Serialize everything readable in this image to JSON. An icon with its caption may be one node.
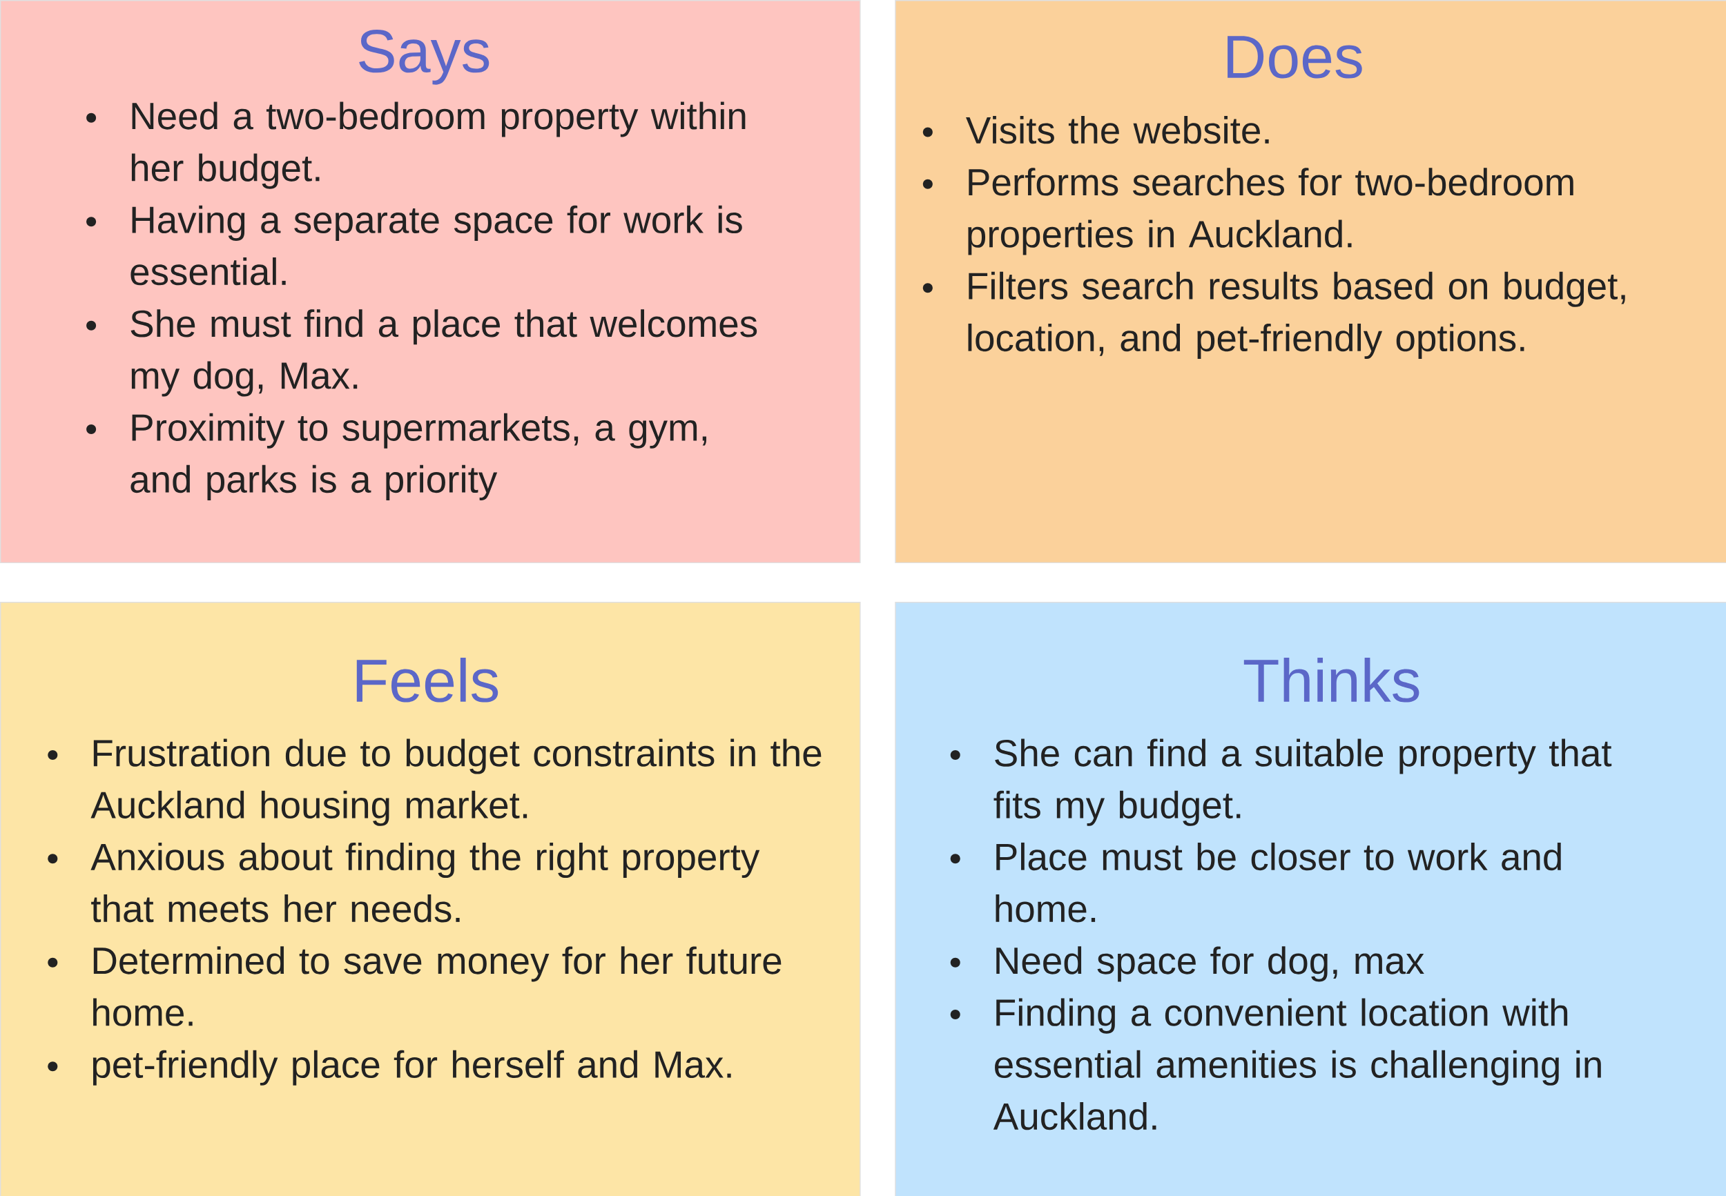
{
  "diagram": {
    "nodes": [
      {
        "text": [
          "Says",
          "Need a two-bedroom property within her budget.",
          "Having a separate space for work is essential.",
          "She must find a place that welcomes my dog, Max.",
          "Proximity to supermarkets, a gym, and parks is a priority"
        ]
      },
      {
        "text": [
          "Does",
          "Visits the website.",
          "Performs searches for two-bedroom properties in Auckland.",
          "Filters search results based on budget, location, and pet-friendly options."
        ]
      },
      {
        "text": [
          "Feels",
          "Frustration due to budget constraints in the Auckland housing market.",
          "Anxious about finding the right property that meets her needs.",
          "Determined to save money for her future home.",
          "pet-friendly place for herself and Max."
        ]
      },
      {
        "text": [
          "Thinks",
          "She can find a suitable property that fits my budget.",
          "Place must be closer to work and home.",
          "Need space for dog, max",
          "Finding a convenient location with essential amenities is challenging in Auckland."
        ]
      }
    ]
  }
}
